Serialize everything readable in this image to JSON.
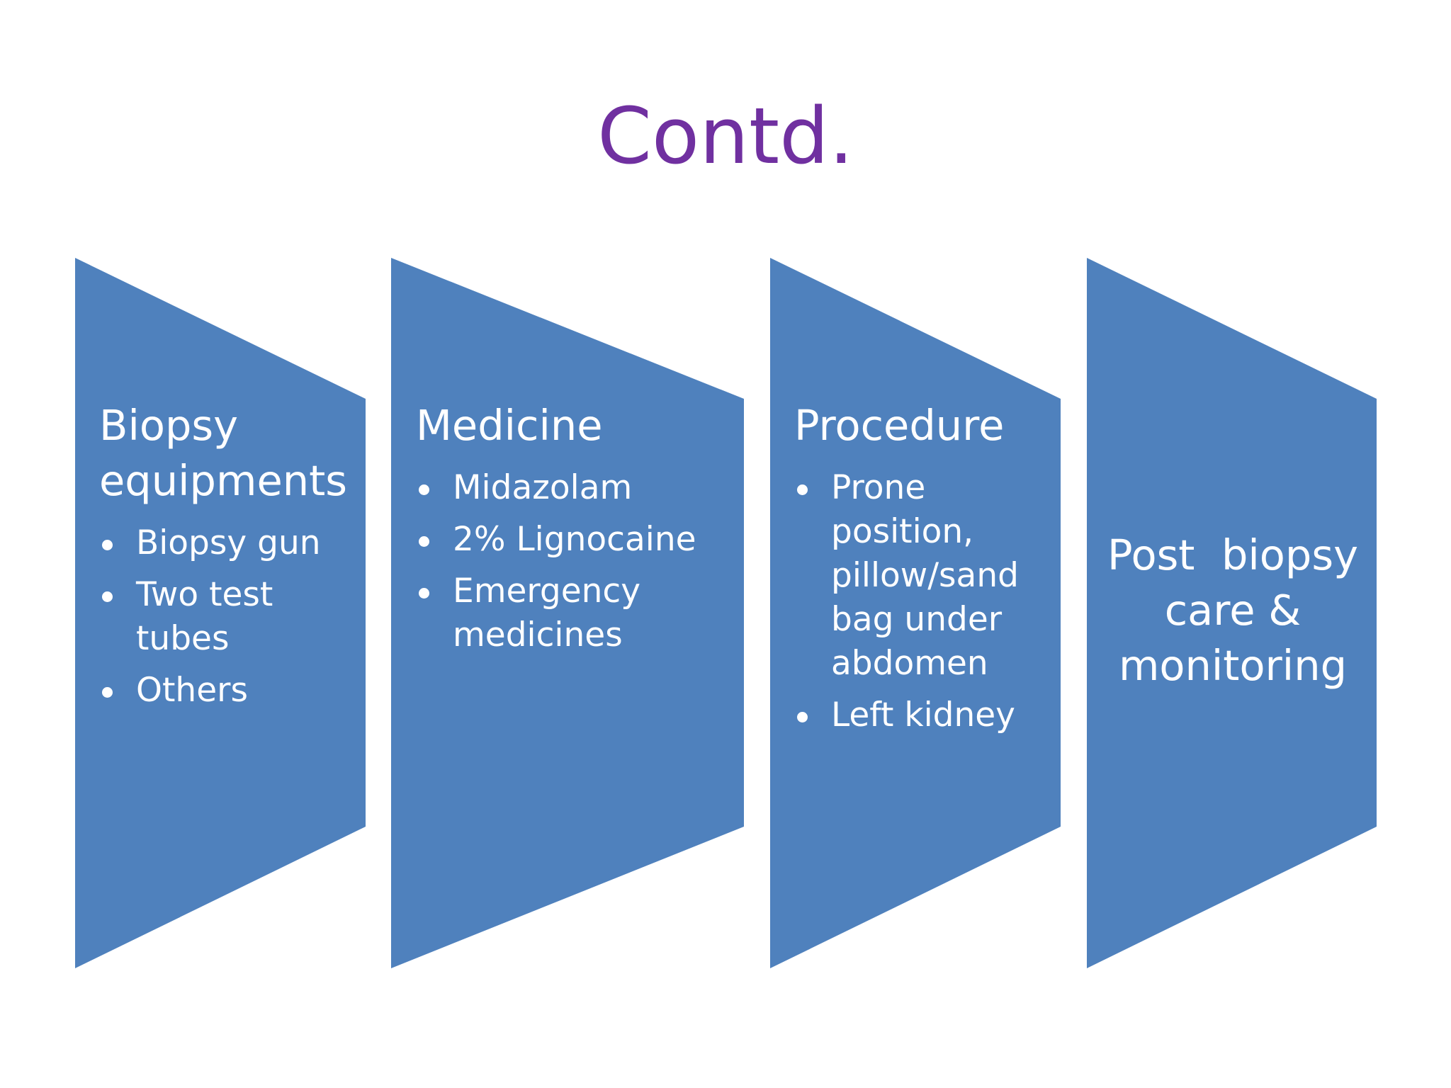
{
  "title": "Contd.",
  "colors": {
    "title": "#7030a0",
    "panel_fill": "#4f81bd",
    "panel_text": "#ffffff",
    "background": "#ffffff"
  },
  "panels": [
    {
      "heading": "Biopsy equipments",
      "items": [
        "Biopsy gun",
        "Two test tubes",
        "Others"
      ]
    },
    {
      "heading": "Medicine",
      "items": [
        "Midazolam",
        "2% Lignocaine",
        "Emergency medicines"
      ]
    },
    {
      "heading": "Procedure",
      "items": [
        "Prone position, pillow/sand bag under abdomen",
        "Left kidney"
      ]
    },
    {
      "heading": "Post  biopsy care & monitoring",
      "items": []
    }
  ]
}
